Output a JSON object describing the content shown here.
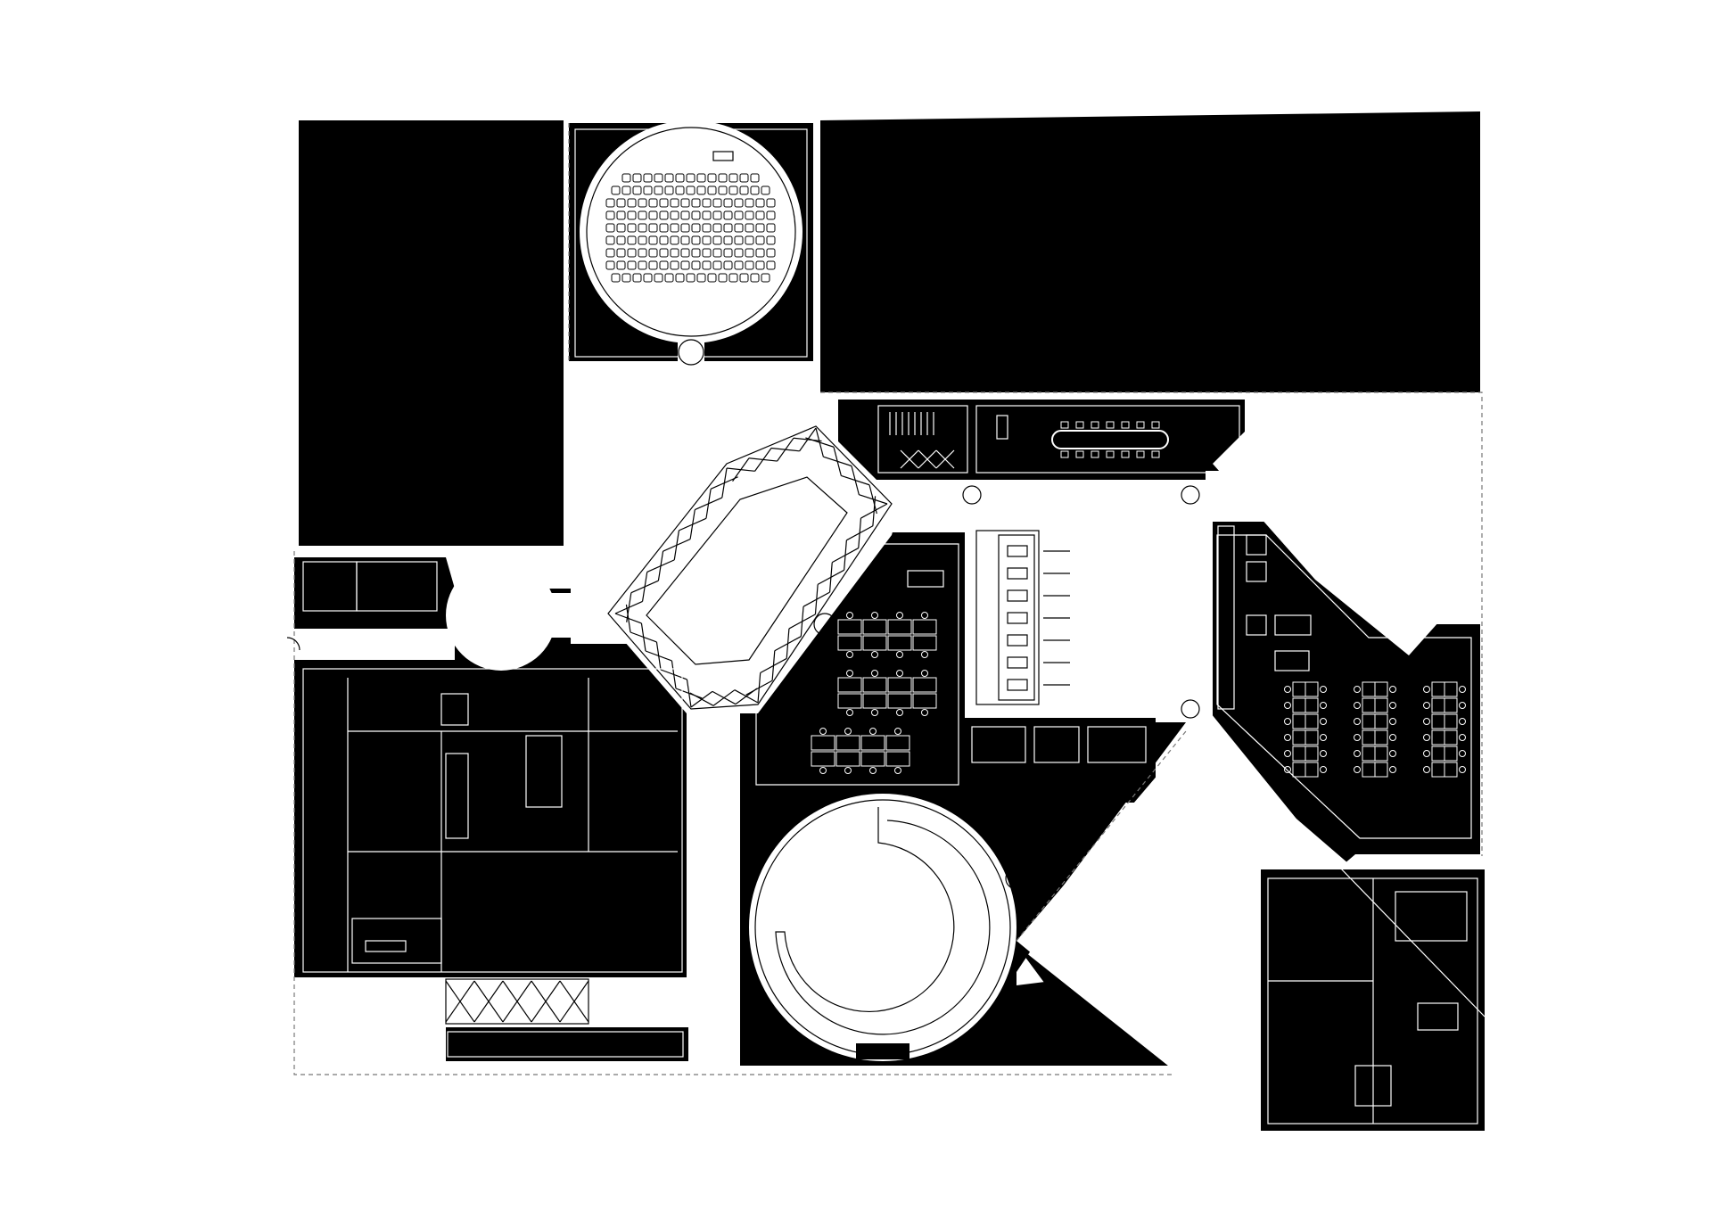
{
  "drawing": {
    "type": "architectural floor plan",
    "style": "black poché with white circulation voids",
    "colors": {
      "solid": "#000000",
      "void": "#ffffff",
      "dashed_outline": "#777777"
    }
  },
  "auditorium": {
    "seat_rows": 9,
    "seats_per_row": 16
  },
  "classroom_west": {
    "rows": 6,
    "desks_per_row": 4
  },
  "classroom_center": {
    "desk_groups": 3,
    "desks_per_group": 8
  },
  "meeting_room": {
    "chairs_per_side": 7
  },
  "office_east": {
    "desk_columns": 3,
    "desks_per_column": 6
  },
  "stage": {
    "platforms": 7
  }
}
